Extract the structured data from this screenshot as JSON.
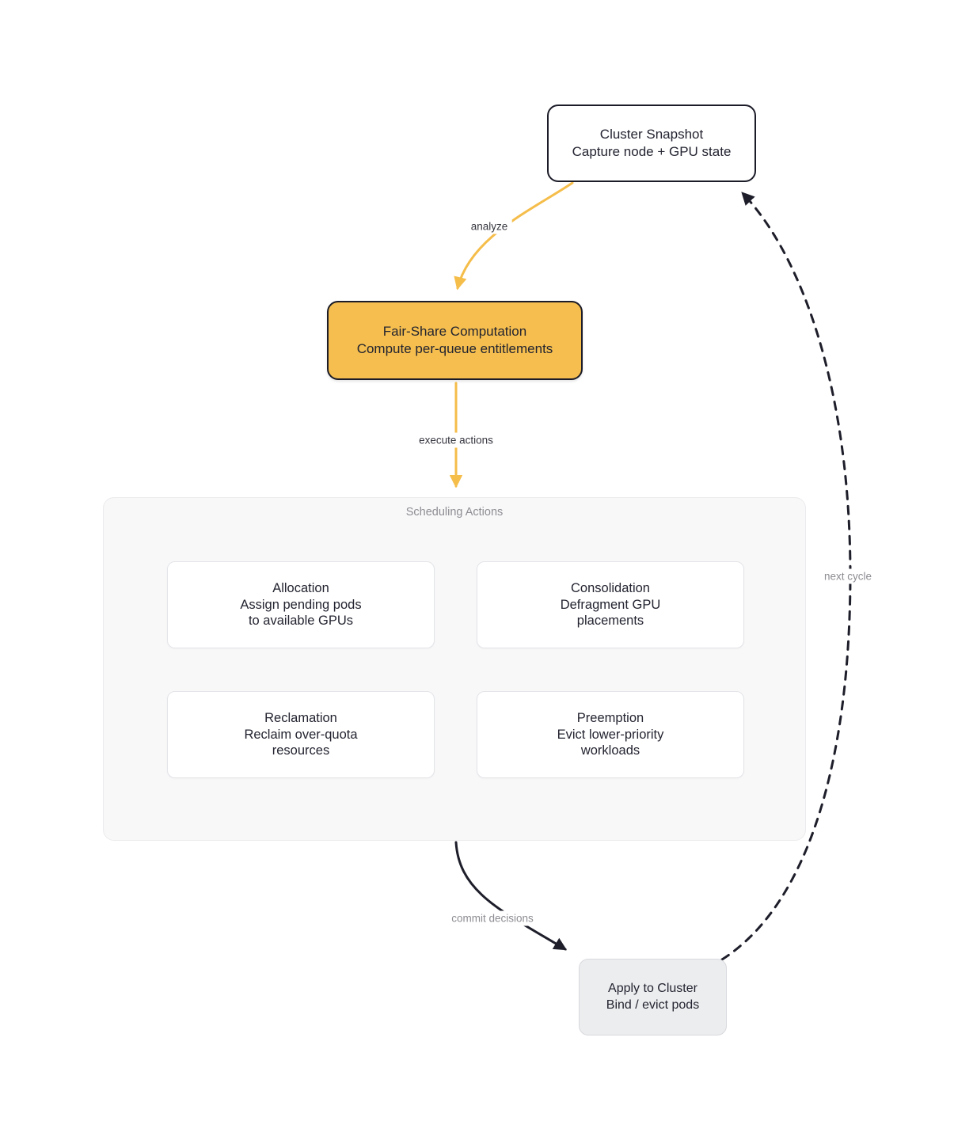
{
  "diagram": {
    "nodes": {
      "cluster_snapshot": {
        "title": "Cluster Snapshot",
        "subtitle": "Capture node + GPU state"
      },
      "fair_share": {
        "title": "Fair-Share Computation",
        "subtitle": "Compute per-queue entitlements"
      },
      "apply_cluster": {
        "title": "Apply to Cluster",
        "subtitle": "Bind / evict pods"
      }
    },
    "container": {
      "title": "Scheduling Actions",
      "actions": [
        {
          "title": "Allocation",
          "line2": "Assign pending pods",
          "line3": "to available GPUs"
        },
        {
          "title": "Consolidation",
          "line2": "Defragment GPU",
          "line3": "placements"
        },
        {
          "title": "Reclamation",
          "line2": "Reclaim over-quota",
          "line3": "resources"
        },
        {
          "title": "Preemption",
          "line2": "Evict lower-priority",
          "line3": "workloads"
        }
      ]
    },
    "edges": {
      "analyze": "analyze",
      "execute": "execute actions",
      "commit": "commit decisions",
      "next_cycle": "next cycle"
    },
    "colors": {
      "accent": "#F5BE4E",
      "ink": "#1d1e2a",
      "muted": "#8d8d93"
    }
  }
}
